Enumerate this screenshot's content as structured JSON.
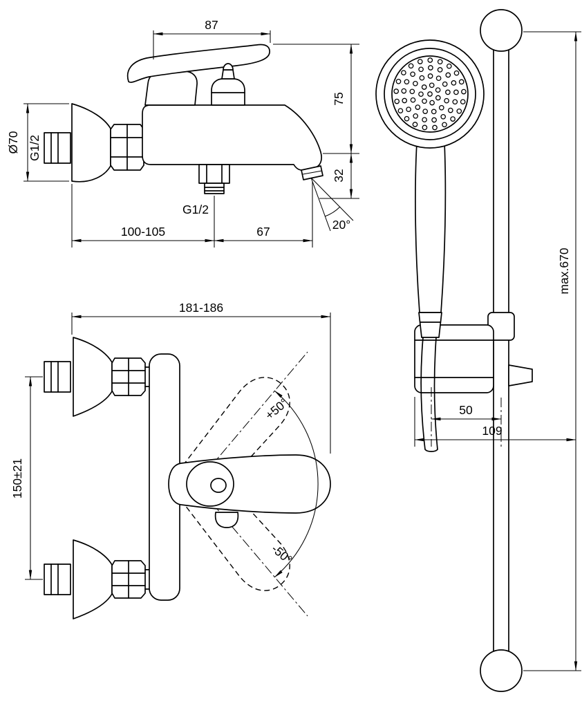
{
  "drawing": {
    "background": "#ffffff",
    "line_color": "#000000"
  },
  "side_view": {
    "dim_handle_length": "87",
    "dim_body_height": "75",
    "dim_spout_drop": "32",
    "dim_flange_diameter": "Ø70",
    "dim_inlet_thread": "G1/2",
    "dim_shower_outlet_thread": "G1/2",
    "dim_wall_to_shower_outlet": "100-105",
    "dim_shower_outlet_to_spout": "67",
    "dim_spout_angle": "20°"
  },
  "front_view": {
    "dim_overall_width": "181-186",
    "dim_inlet_centers": "150±21",
    "dim_handle_swing_up": "+50°",
    "dim_handle_swing_down": "-50°"
  },
  "rail_view": {
    "dim_max_height": "max.670",
    "dim_hose_to_rail": "50",
    "dim_wall_offset": "109"
  }
}
